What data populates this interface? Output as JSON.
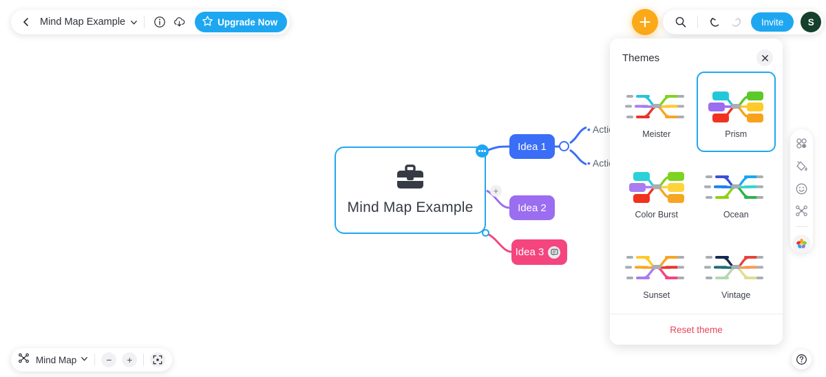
{
  "header": {
    "back_icon": "chevron-left-icon",
    "doc_title": "Mind Map Example",
    "title_chevron_icon": "chevron-down-icon",
    "info_icon": "info-icon",
    "download_icon": "cloud-download-icon",
    "upgrade_label": "Upgrade Now",
    "upgrade_icon": "star-icon",
    "upgrade_color": "#1ea7f0"
  },
  "toolbar_right": {
    "add_icon": "plus-icon",
    "add_color": "#fba919",
    "search_icon": "search-icon",
    "undo_icon": "undo-icon",
    "redo_icon": "redo-icon",
    "invite_label": "Invite",
    "invite_color": "#1ea7f0",
    "avatar_initial": "S",
    "avatar_color": "#14402c"
  },
  "mindmap": {
    "root": {
      "label": "Mind Map Example",
      "icon": "briefcase-icon",
      "border_color": "#1fa6f2",
      "dots_handle_icon": "more-options-icon",
      "plus_handle_icon": "add-node-icon",
      "circle_handle_icon": "connector-handle-icon"
    },
    "nodes": [
      {
        "label": "Idea 1",
        "color": "#3b6ef6"
      },
      {
        "label": "Idea 2",
        "color": "#9b6df0"
      },
      {
        "label": "Idea 3",
        "color": "#f4457f",
        "badge_icon": "note-icon"
      }
    ],
    "actions": [
      {
        "label": "Actio"
      },
      {
        "label": "Actio"
      }
    ],
    "collapse_icon": "collapse-node-icon"
  },
  "themes": {
    "title": "Themes",
    "close_icon": "close-icon",
    "reset_label": "Reset theme",
    "reset_color": "#e8445a",
    "selected": "Prism",
    "items": [
      {
        "name": "Meister",
        "style": "line",
        "colors": [
          "#25c6d6",
          "#7ed321",
          "#a97cf0",
          "#ffc928",
          "#e8332a",
          "#f5a623"
        ]
      },
      {
        "name": "Prism",
        "style": "fill",
        "colors": [
          "#22c8d8",
          "#5cc82a",
          "#9b6df0",
          "#ffcb2b",
          "#f0331f",
          "#f7a21c"
        ]
      },
      {
        "name": "Color Burst",
        "style": "fill",
        "colors": [
          "#2ad1d8",
          "#7ed321",
          "#a97cf0",
          "#ffd43b",
          "#f0331f",
          "#f5a623"
        ]
      },
      {
        "name": "Ocean",
        "style": "line",
        "colors": [
          "#3a4fd8",
          "#17a7f5",
          "#1a7ef0",
          "#2ad6c8",
          "#8fd115",
          "#2bb34a"
        ]
      },
      {
        "name": "Sunset",
        "style": "line",
        "colors": [
          "#ffc928",
          "#f5a623",
          "#f7a81e",
          "#e8332a",
          "#a97cf0",
          "#f4457f"
        ]
      },
      {
        "name": "Vintage",
        "style": "line",
        "colors": [
          "#142a4e",
          "#e8423a",
          "#1d6e74",
          "#f59a52",
          "#b4d8b0",
          "#e2dc93"
        ]
      }
    ]
  },
  "right_rail": {
    "items": [
      {
        "icon": "layout-icon"
      },
      {
        "icon": "paint-bucket-icon"
      },
      {
        "icon": "emoji-icon"
      },
      {
        "icon": "mindmap-node-icon"
      },
      {
        "icon": "theme-palette-icon"
      }
    ]
  },
  "bottom_left": {
    "view_icon": "mindmap-node-icon",
    "view_label": "Mind Map",
    "view_chevron_icon": "chevron-down-icon",
    "zoom_out_label": "−",
    "zoom_in_label": "+",
    "fit_icon": "fit-screen-icon"
  },
  "help": {
    "icon": "help-icon"
  }
}
